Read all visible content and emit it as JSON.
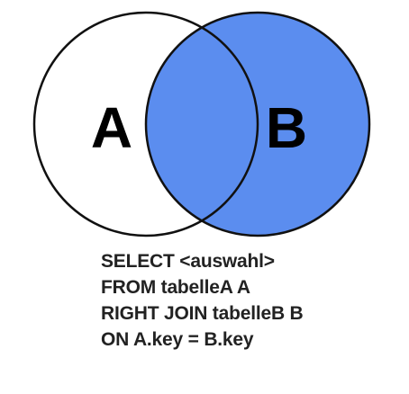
{
  "diagram": {
    "set_a": {
      "label": "A",
      "fill": "#ffffff"
    },
    "set_b": {
      "label": "B",
      "fill": "#5b8def"
    },
    "stroke": "#111111"
  },
  "query": {
    "lines": [
      "SELECT <auswahl>",
      "FROM tabelleA A",
      "RIGHT JOIN tabelleB B",
      "ON A.key = B.key"
    ]
  }
}
